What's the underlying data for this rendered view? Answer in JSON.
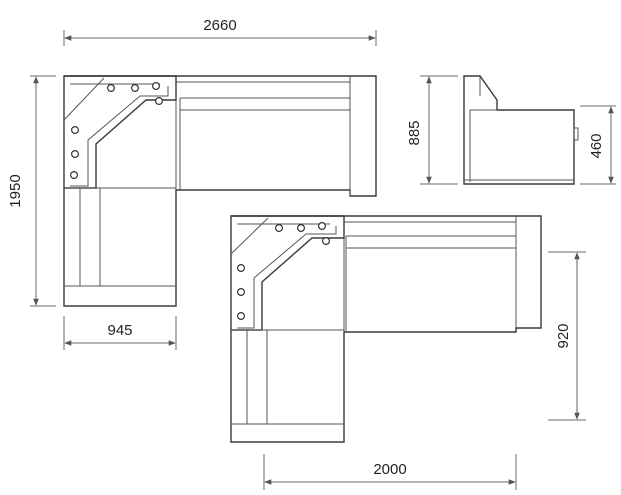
{
  "dimensions": {
    "top_width": "2660",
    "left_height": "1950",
    "left_width": "945",
    "side_height": "885",
    "seat_height": "460",
    "right_height": "920",
    "bottom_width": "2000"
  },
  "colors": {
    "line": "#3a3a3a",
    "dimension_line": "#6a6a6a",
    "text": "#222222",
    "background": "#ffffff"
  }
}
